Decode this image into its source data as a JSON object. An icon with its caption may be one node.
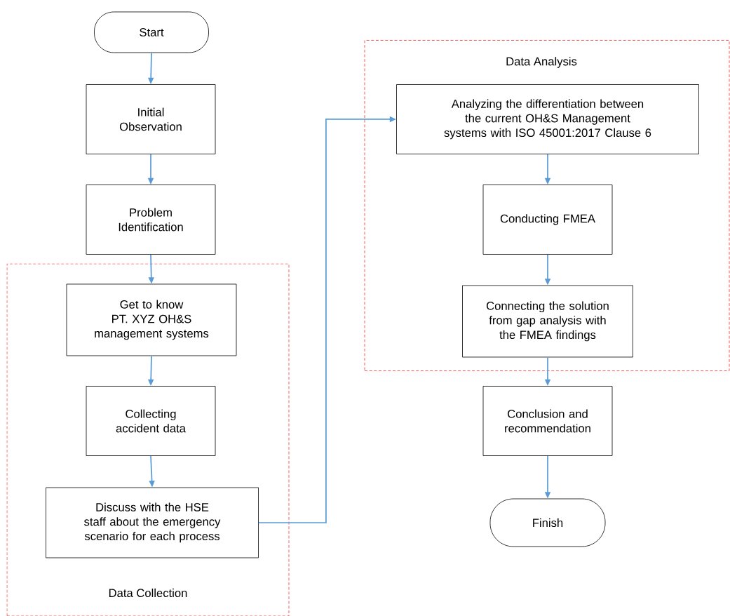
{
  "diagram": {
    "nodes": [
      {
        "text": [
          "Start"
        ]
      },
      {
        "text": [
          "Initial Observation"
        ]
      },
      {
        "text": [
          "Problem Identification"
        ]
      },
      {
        "text": [
          "Data Collection"
        ]
      },
      {
        "text": [
          "Get to know PT. XYZ OH&S management systems"
        ],
        "in": 3
      },
      {
        "text": [
          "Collecting accident data"
        ],
        "in": 3
      },
      {
        "text": [
          "Discuss with the HSE staff about the emergency scenario for each process"
        ],
        "in": 3
      },
      {
        "text": [
          "Data Analysis"
        ]
      },
      {
        "text": [
          "Analyzing the differentiation between the current OH&S Management systems with ISO 45001:2017 Clause 6"
        ],
        "in": 7
      },
      {
        "text": [
          "Conducting FMEA"
        ],
        "in": 7
      },
      {
        "text": [
          "Connecting the solution from gap analysis with the FMEA findings"
        ],
        "in": 7
      },
      {
        "text": [
          "Conclusion and recommendation"
        ]
      },
      {
        "text": [
          "Finish"
        ]
      }
    ],
    "edges": [
      {
        "from": 0,
        "to": 1,
        "arrow": "to"
      },
      {
        "from": 1,
        "to": 2,
        "arrow": "to"
      },
      {
        "from": 2,
        "to": 4,
        "arrow": "to"
      },
      {
        "from": 4,
        "to": 5,
        "arrow": "to"
      },
      {
        "from": 5,
        "to": 6,
        "arrow": "to"
      },
      {
        "from": 6,
        "to": 8,
        "arrow": "to"
      },
      {
        "from": 8,
        "to": 9,
        "arrow": "to"
      },
      {
        "from": 9,
        "to": 10,
        "arrow": "to"
      },
      {
        "from": 10,
        "to": 11,
        "arrow": "to"
      },
      {
        "from": 11,
        "to": 12,
        "arrow": "to"
      }
    ]
  }
}
